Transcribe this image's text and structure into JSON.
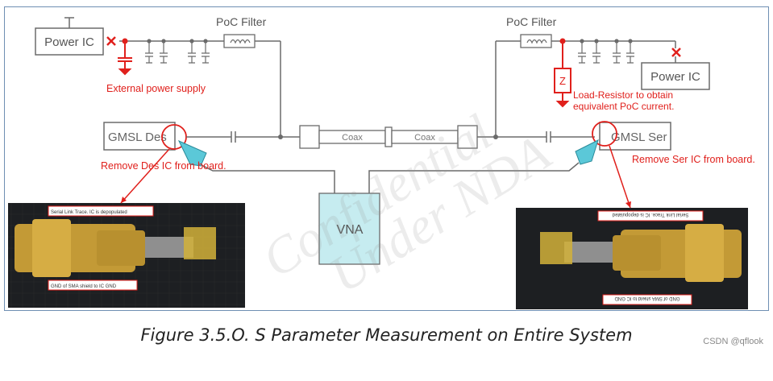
{
  "labels": {
    "power_ic_left": "Power IC",
    "power_ic_right": "Power IC",
    "poc_filter_left": "PoC Filter",
    "poc_filter_right": "PoC Filter",
    "external_power": "External power supply",
    "z": "Z",
    "load_resistor_line1": "Load-Resistor to obtain",
    "load_resistor_line2": "equivalent PoC current.",
    "gmsl_des": "GMSL Des",
    "gmsl_ser": "GMSL Ser",
    "coax_1": "Coax",
    "coax_2": "Coax",
    "remove_des": "Remove Des IC from board.",
    "remove_ser": "Remove Ser IC from board.",
    "vna": "VNA",
    "photo_left_top": "Serial Link Trace. IC is depopulated",
    "photo_left_bottom": "GND of SMA shield to IC GND",
    "photo_right_top": "Serial Link Trace. IC is depopulated",
    "photo_right_bottom": "GND of SMA shield to IC GND"
  },
  "caption": "Figure 3.5.O. S Parameter Measurement on Entire System",
  "credit": "CSDN @qflook",
  "watermark": {
    "line1": "Confidential",
    "line2": "Under NDA"
  },
  "colors": {
    "line": "#6b6b6b",
    "red": "#e0201c",
    "vna_fill": "#c6ecf0",
    "probe": "#5bc8d8",
    "frame": "#6f8fb3"
  }
}
